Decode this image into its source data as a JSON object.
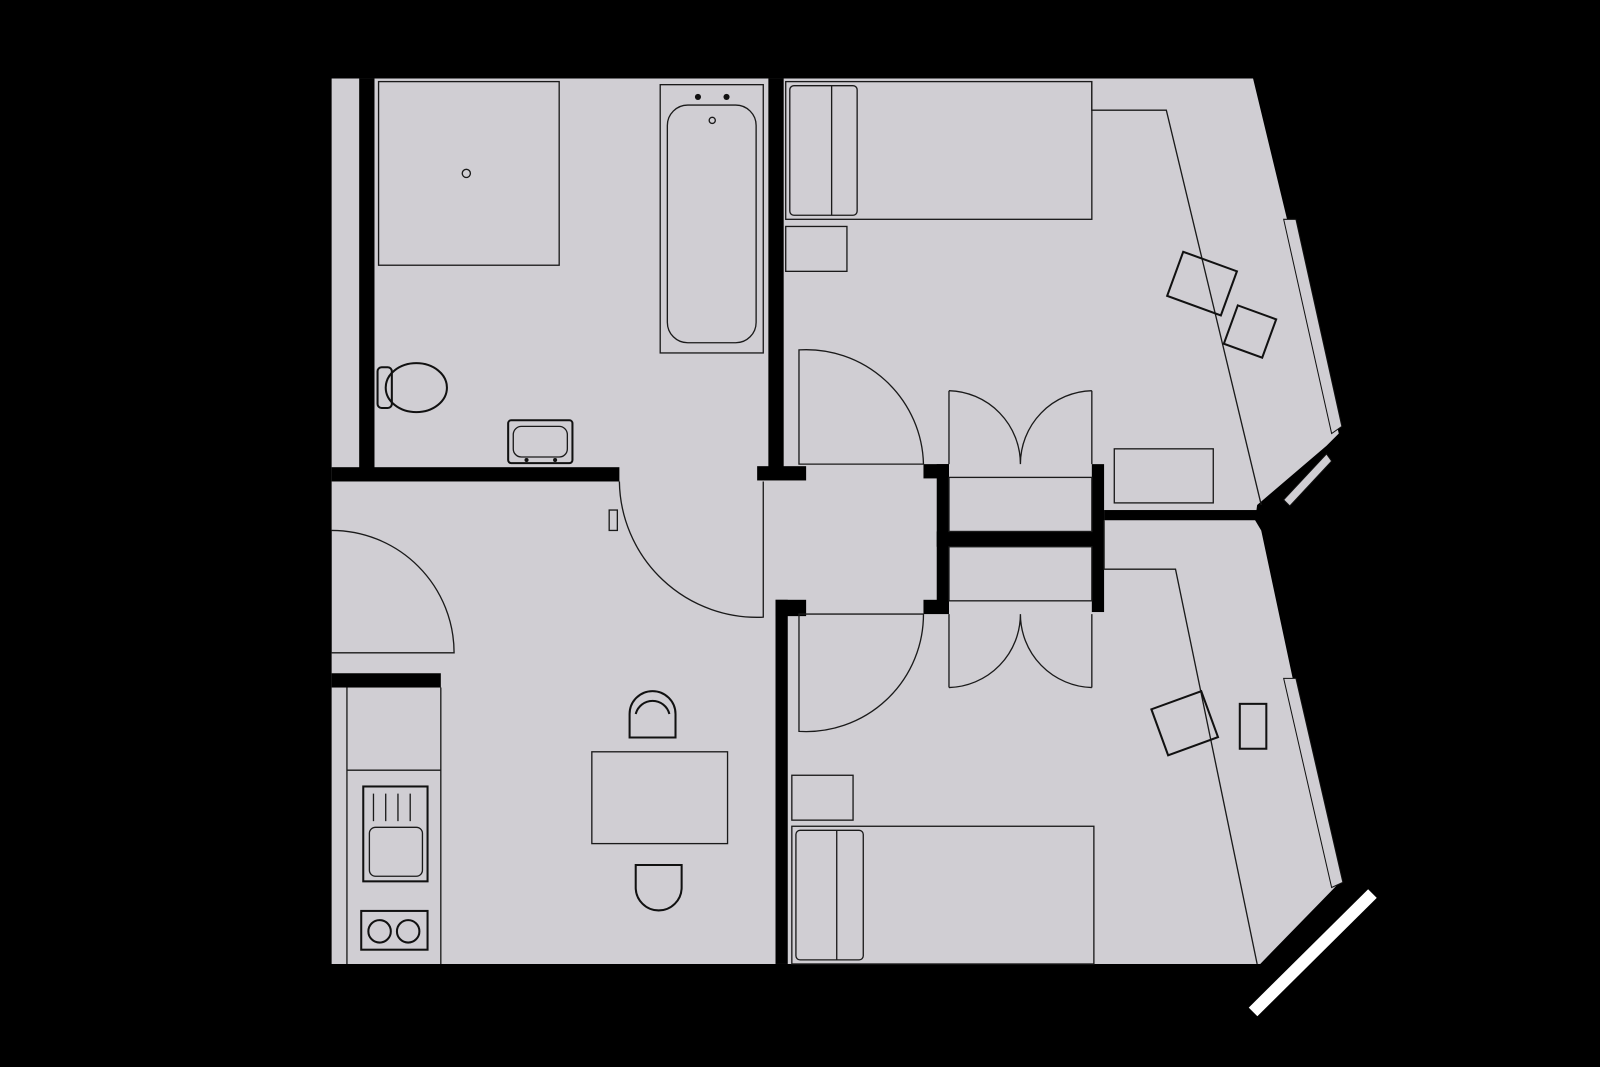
{
  "plan": {
    "colors": {
      "background": "#000000",
      "floor": "#d0ced3",
      "wall": "#000000",
      "line": "#1a1a1a",
      "window_mark": "#ffffff"
    },
    "rooms": [
      "bathroom",
      "living-kitchen",
      "hallway",
      "bedroom-1",
      "bedroom-2",
      "closet"
    ],
    "icons": [
      "bathtub-icon",
      "toilet-icon",
      "washbasin-icon",
      "shower-icon",
      "kitchen-sink-icon",
      "hob-icon",
      "bed-icon",
      "desk-chair-icon",
      "door-swing-icon",
      "dining-table-icon"
    ]
  }
}
